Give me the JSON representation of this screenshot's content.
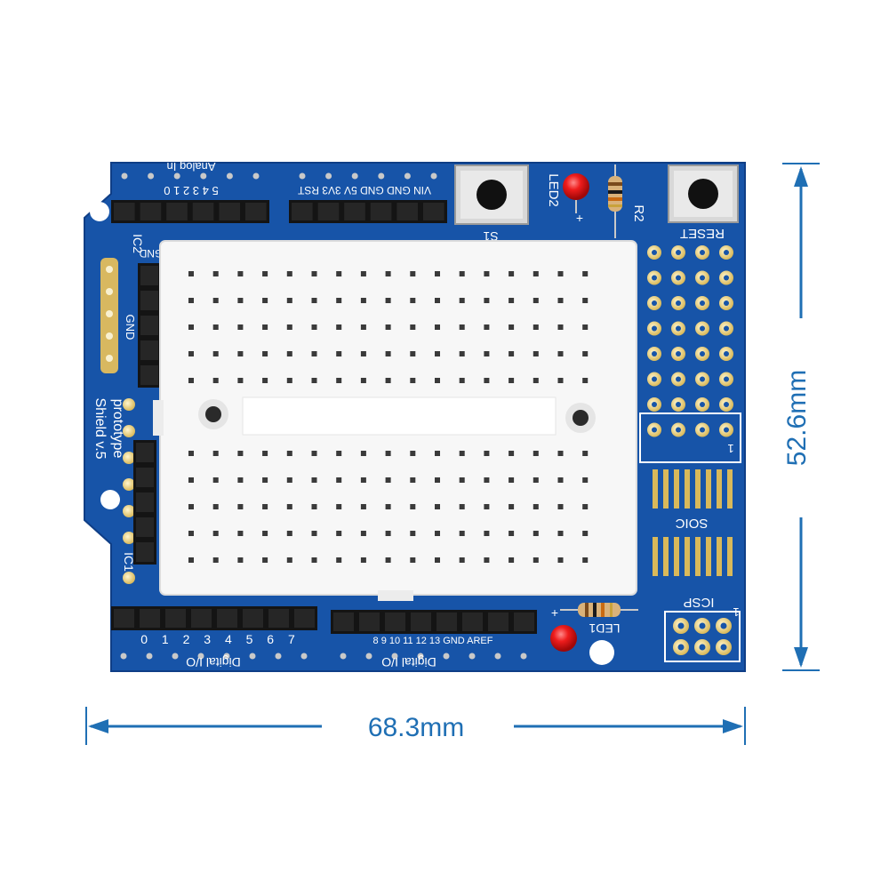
{
  "dimensions": {
    "width_label": "68.3mm",
    "height_label": "52.6mm"
  },
  "board": {
    "name_line1": "prototype",
    "name_line2": "Shield v.5",
    "header_analog": "Analog In",
    "analog_pins": "5 4 3 2 1 0",
    "power_pins": "VIN GND GND 5V 3V3 RST",
    "gnd_label": "GND",
    "gnd_label2": "GND",
    "ic2_label": "IC2",
    "ic1_label": "IC1",
    "button_s1": "S1",
    "button_reset": "RESET",
    "led2_label": "LED2",
    "led1_label": "LED1",
    "r2_label": "R2",
    "plus_led2": "+",
    "plus_led1": "+",
    "soic_label": "SOIC",
    "icsp_label": "ICSP",
    "icsp_one": "1",
    "digital_low_pins": "0 1 2 3 4 5 6 7",
    "digital_high_pins": "8 9 10 11 12 13 GND AREF",
    "digital_io_left": "Digital I/O",
    "digital_io_right": "Digital I/O",
    "grid_one": "1"
  },
  "colors": {
    "pcb": "#1754a8",
    "pcb_dark": "#0f3e86",
    "header": "#141414",
    "breadboard": "#f7f7f7",
    "pad_gold": "#e9cf7a",
    "led_red": "#e01818",
    "dimension_blue": "#1f6fb4"
  }
}
